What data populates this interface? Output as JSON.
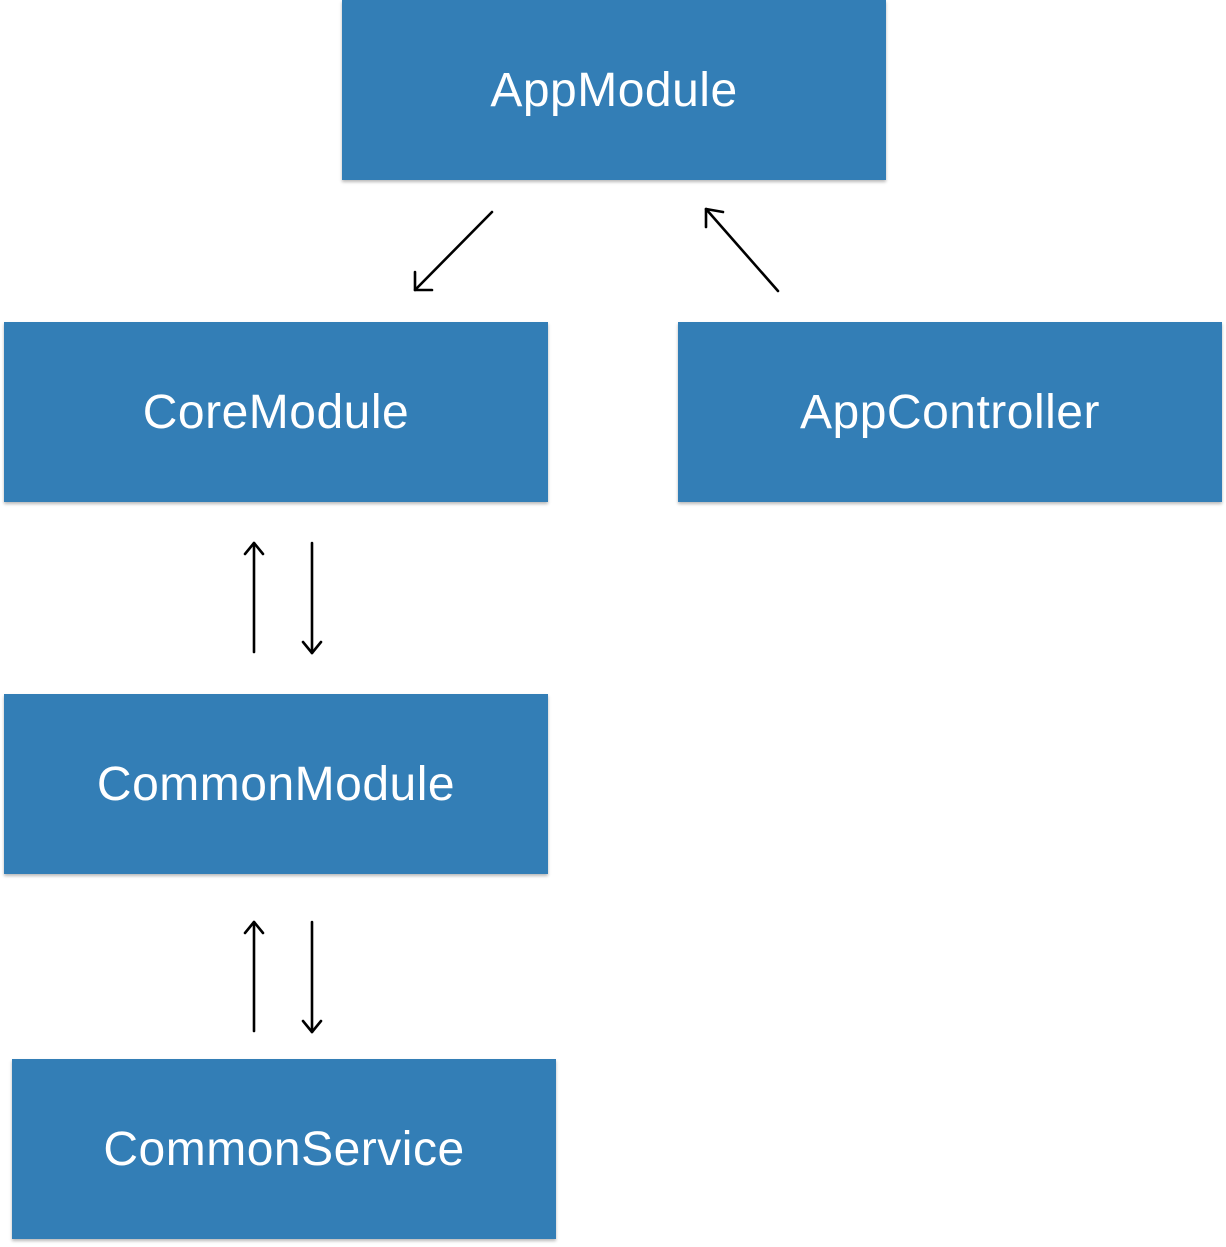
{
  "colors": {
    "box_fill": "#337eb6",
    "box_text": "#ffffff",
    "arrow": "#000000",
    "background": "#ffffff"
  },
  "nodes": {
    "app_module": "AppModule",
    "core_module": "CoreModule",
    "app_controller": "AppController",
    "common_module": "CommonModule",
    "common_service": "CommonService"
  },
  "edges": [
    {
      "from": "AppModule",
      "to": "CoreModule"
    },
    {
      "from": "AppController",
      "to": "AppModule"
    },
    {
      "from": "CommonModule",
      "to": "CoreModule"
    },
    {
      "from": "CoreModule",
      "to": "CommonModule"
    },
    {
      "from": "CommonService",
      "to": "CommonModule"
    },
    {
      "from": "CommonModule",
      "to": "CommonService"
    }
  ]
}
